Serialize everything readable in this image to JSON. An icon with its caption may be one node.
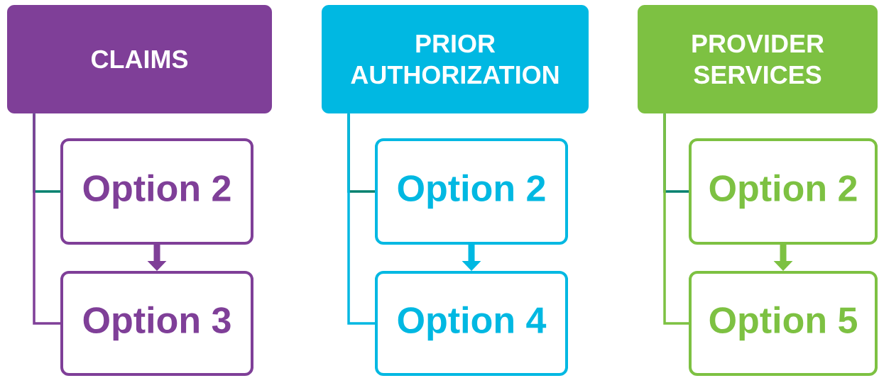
{
  "diagram": {
    "nodes": [
      {
        "text": [
          "CLAIMS"
        ]
      },
      {
        "text": [
          "Option 2"
        ]
      },
      {
        "text": [
          "Option 3"
        ]
      },
      {
        "text": [
          "PRIOR AUTHORIZATION"
        ]
      },
      {
        "text": [
          "Option 2"
        ]
      },
      {
        "text": [
          "Option 4"
        ]
      },
      {
        "text": [
          "PROVIDER SERVICES"
        ]
      },
      {
        "text": [
          "Option 2"
        ]
      },
      {
        "text": [
          "Option 5"
        ]
      }
    ],
    "edges": [
      {
        "from": 0,
        "to": 1,
        "arrow": "none",
        "color": "#00806e"
      },
      {
        "from": 0,
        "to": 2,
        "arrow": "none",
        "color": "#7f3f98"
      },
      {
        "from": 1,
        "to": 2,
        "arrow": "to",
        "style": "thick",
        "color": "#7f3f98"
      },
      {
        "from": 3,
        "to": 4,
        "arrow": "none",
        "color": "#00806e"
      },
      {
        "from": 3,
        "to": 5,
        "arrow": "none",
        "color": "#00b8e2"
      },
      {
        "from": 4,
        "to": 5,
        "arrow": "to",
        "style": "thick",
        "color": "#00b8e2"
      },
      {
        "from": 6,
        "to": 7,
        "arrow": "none",
        "color": "#00806e"
      },
      {
        "from": 6,
        "to": 8,
        "arrow": "none",
        "color": "#7dc142"
      },
      {
        "from": 7,
        "to": 8,
        "arrow": "to",
        "style": "thick",
        "color": "#7dc142"
      }
    ]
  }
}
